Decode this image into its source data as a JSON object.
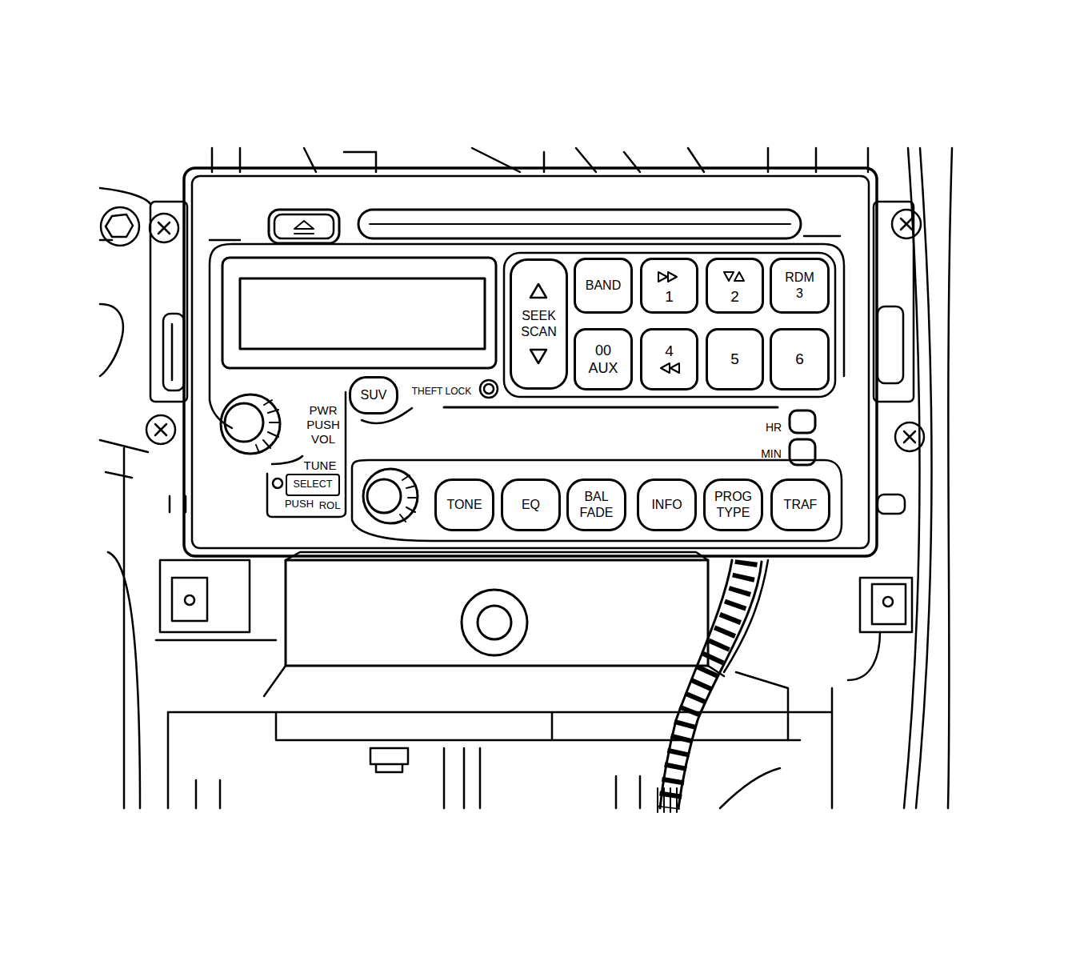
{
  "diagram": {
    "nodes": [
      {
        "text": [
          "SEEK",
          "SCAN"
        ]
      },
      {
        "text": [
          "BAND"
        ]
      },
      {
        "text": [
          "1"
        ]
      },
      {
        "text": [
          "2"
        ]
      },
      {
        "text": [
          "RDM",
          "3"
        ]
      },
      {
        "text": [
          "00",
          "AUX"
        ]
      },
      {
        "text": [
          "4"
        ]
      },
      {
        "text": [
          "5"
        ]
      },
      {
        "text": [
          "6"
        ]
      },
      {
        "text": [
          "SUV"
        ]
      },
      {
        "text": [
          "SELECT"
        ]
      },
      {
        "text": [
          "TONE"
        ]
      },
      {
        "text": [
          "EQ"
        ]
      },
      {
        "text": [
          "BAL",
          "FADE"
        ]
      },
      {
        "text": [
          "INFO"
        ]
      },
      {
        "text": [
          "PROG",
          "TYPE"
        ]
      },
      {
        "text": [
          "TRAF"
        ]
      }
    ],
    "labels": [
      "THEFT LOCK",
      "PWR PUSH VOL",
      "TUNE",
      "PUSH",
      "ROL",
      "HR",
      "MIN"
    ]
  }
}
